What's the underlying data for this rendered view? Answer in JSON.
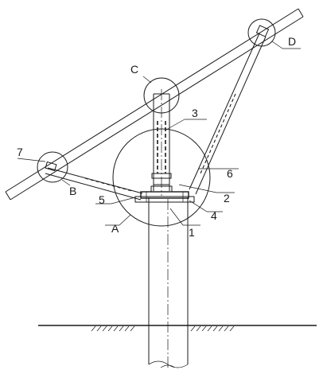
{
  "labels": {
    "C": "C",
    "D": "D",
    "B": "B",
    "A": "A",
    "n1": "1",
    "n2": "2",
    "n3": "3",
    "n4": "4",
    "n5": "5",
    "n6": "6",
    "n7": "7"
  }
}
